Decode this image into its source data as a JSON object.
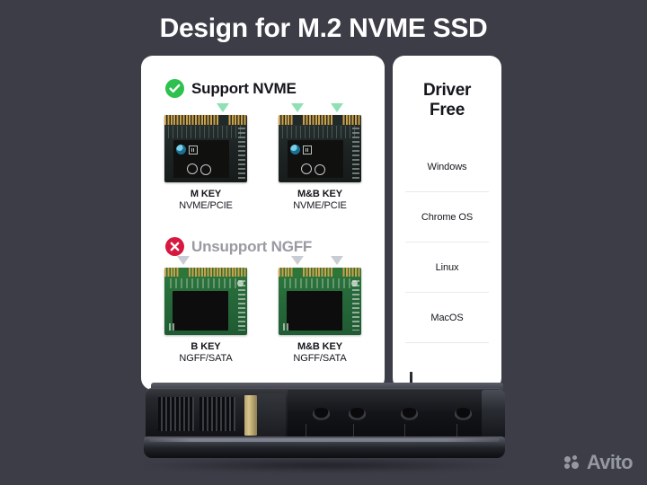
{
  "page": {
    "title": "Design for M.2 NVME SSD",
    "background_color": "#3c3d47"
  },
  "support_card": {
    "supported": {
      "icon": "check-circle-icon",
      "label": "Support NVME",
      "color": "#2fc14e",
      "drives": [
        {
          "key": "M KEY",
          "interface": "NVME/PCIE",
          "notches": 1,
          "board_color": "#1c2322",
          "marker_color": "#8fe0b4"
        },
        {
          "key": "M&B KEY",
          "interface": "NVME/PCIE",
          "notches": 2,
          "board_color": "#1c2322",
          "marker_color": "#8fe0b4"
        }
      ]
    },
    "unsupported": {
      "icon": "x-circle-icon",
      "label": "Unsupport NGFF",
      "color": "#d6193f",
      "drives": [
        {
          "key": "B KEY",
          "interface": "NGFF/SATA",
          "notches": 1,
          "board_color": "#26693a",
          "marker_color": "#c9ccd2"
        },
        {
          "key": "M&B KEY",
          "interface": "NGFF/SATA",
          "notches": 2,
          "board_color": "#26693a",
          "marker_color": "#c9ccd2"
        }
      ]
    }
  },
  "driver_card": {
    "title_line_1": "Driver",
    "title_line_2": "Free",
    "os_list": [
      {
        "name": "Windows"
      },
      {
        "name": "Chrome OS"
      },
      {
        "name": "Linux"
      },
      {
        "name": "MacOS"
      }
    ]
  },
  "product_image": {
    "name": "m2-ssd-enclosure",
    "standoff_count": 4,
    "vent_group_count": 2
  },
  "watermark": {
    "text": "Avito"
  }
}
